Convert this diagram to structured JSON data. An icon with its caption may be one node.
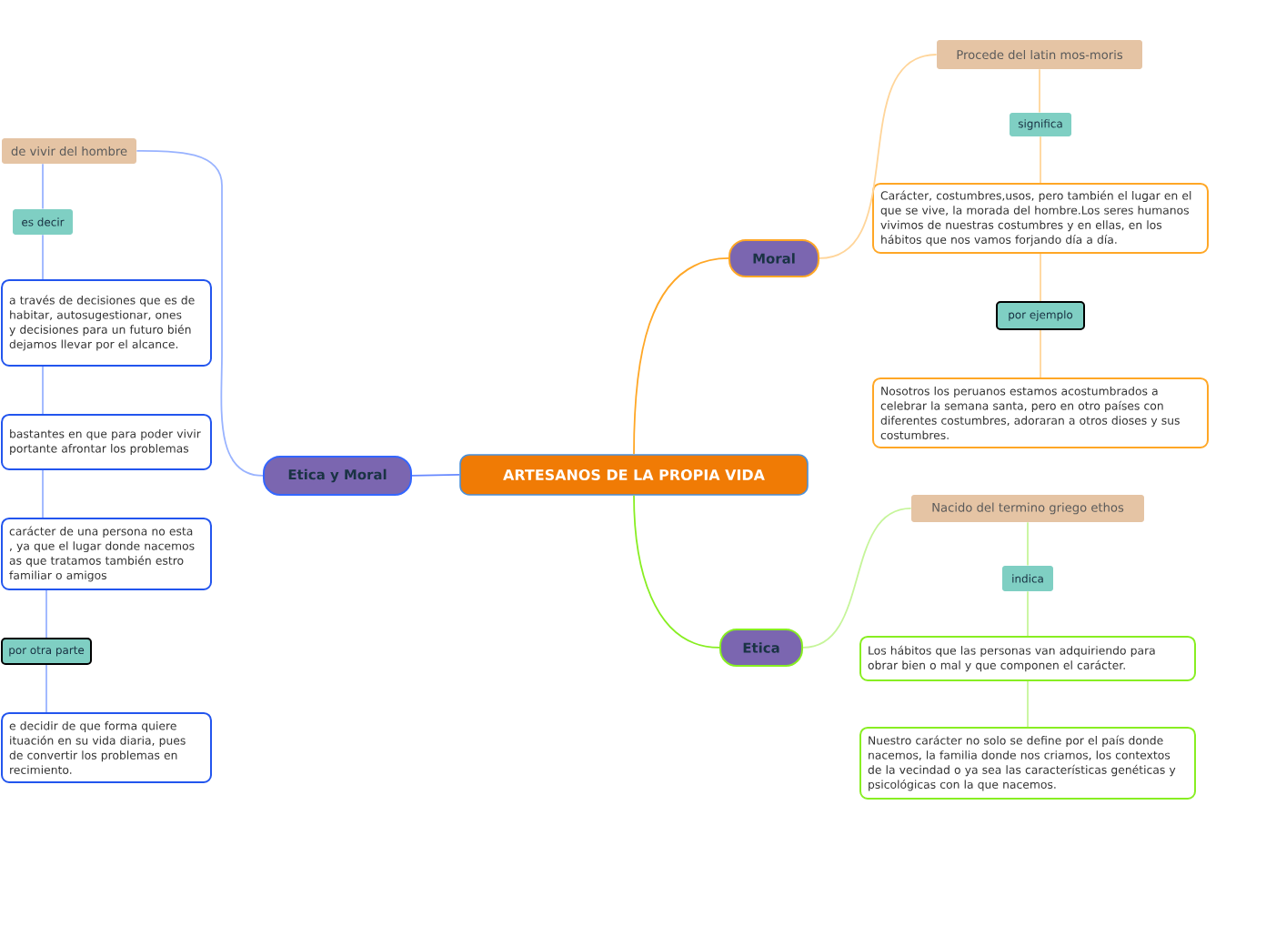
{
  "diagram": {
    "nodes": [
      {
        "text": [
          "ARTESANOS DE LA PROPIA VIDA"
        ]
      },
      {
        "text": [
          "Moral"
        ]
      },
      {
        "text": [
          "Procede del latin mos-moris"
        ]
      },
      {
        "text": [
          "significa"
        ]
      },
      {
        "text": [
          "Carácter, costumbres,usos, pero también el lugar en el que se vive, la morada del hombre.Los seres humanos vivimos de nuestras costumbres y en ellas, en los hábitos que nos vamos forjando día a día."
        ]
      },
      {
        "text": [
          "por ejemplo"
        ]
      },
      {
        "text": [
          "Nosotros los peruanos estamos acostumbrados a celebrar la semana santa, pero en otro países con diferentes costumbres, adoraran a otros dioses y sus costumbres."
        ]
      },
      {
        "text": [
          "Etica"
        ]
      },
      {
        "text": [
          "Nacido del termino griego ethos"
        ]
      },
      {
        "text": [
          "indica"
        ]
      },
      {
        "text": [
          "Los hábitos que las personas van adquiriendo para obrar bien o mal y que componen el carácter."
        ]
      },
      {
        "text": [
          "Nuestro carácter no solo se define por el país donde nacemos, la familia donde nos criamos, los contextos de la vecindad o ya sea las características genéticas y psicológicas con la que nacemos."
        ]
      },
      {
        "text": [
          "Etica y Moral"
        ]
      },
      {
        "text": [
          "de vivir del hombre"
        ]
      },
      {
        "text": [
          "es decir"
        ]
      },
      {
        "text": [
          "a través de decisiones que es de habitar, autosugestionar, ones y decisiones para un futuro bién dejamos llevar por el alcance."
        ]
      },
      {
        "text": [
          "bastantes en que para poder vivir portante afrontar los problemas"
        ]
      },
      {
        "text": [
          "carácter de una persona no esta , ya que el lugar donde nacemos as que tratamos también estro familiar o amigos"
        ]
      },
      {
        "text": [
          "por otra parte"
        ]
      },
      {
        "text": [
          "e decidir de que forma quiere ituación en su vida diaria, pues de convertir los problemas en recimiento."
        ]
      }
    ],
    "edges": [
      {
        "from": 0,
        "to": 1,
        "arrow": "none",
        "color": "#ffa726"
      },
      {
        "from": 1,
        "to": 2,
        "arrow": "none",
        "color": "#ffd59a"
      },
      {
        "from": 2,
        "to": 3,
        "arrow": "none",
        "color": "#ffd59a"
      },
      {
        "from": 3,
        "to": 4,
        "arrow": "none",
        "color": "#ffd59a"
      },
      {
        "from": 4,
        "to": 5,
        "arrow": "none",
        "color": "#ffd59a"
      },
      {
        "from": 5,
        "to": 6,
        "arrow": "none",
        "color": "#ffd59a"
      },
      {
        "from": 0,
        "to": 7,
        "arrow": "none",
        "color": "#88ee22"
      },
      {
        "from": 7,
        "to": 8,
        "arrow": "none",
        "color": "#c6f59a"
      },
      {
        "from": 8,
        "to": 9,
        "arrow": "none",
        "color": "#c6f59a"
      },
      {
        "from": 9,
        "to": 10,
        "arrow": "none",
        "color": "#c6f59a"
      },
      {
        "from": 10,
        "to": 11,
        "arrow": "none",
        "color": "#c6f59a"
      },
      {
        "from": 0,
        "to": 12,
        "arrow": "none",
        "color": "#6688ff"
      },
      {
        "from": 12,
        "to": 13,
        "arrow": "none",
        "color": "#99b3ff"
      },
      {
        "from": 13,
        "to": 14,
        "arrow": "none",
        "color": "#99b3ff"
      },
      {
        "from": 14,
        "to": 15,
        "arrow": "none",
        "color": "#99b3ff"
      },
      {
        "from": 15,
        "to": 16,
        "arrow": "none",
        "color": "#99b3ff"
      },
      {
        "from": 16,
        "to": 17,
        "arrow": "none",
        "color": "#99b3ff"
      },
      {
        "from": 17,
        "to": 18,
        "arrow": "none",
        "color": "#99b3ff"
      },
      {
        "from": 18,
        "to": 19,
        "arrow": "none",
        "color": "#99b3ff"
      }
    ]
  }
}
